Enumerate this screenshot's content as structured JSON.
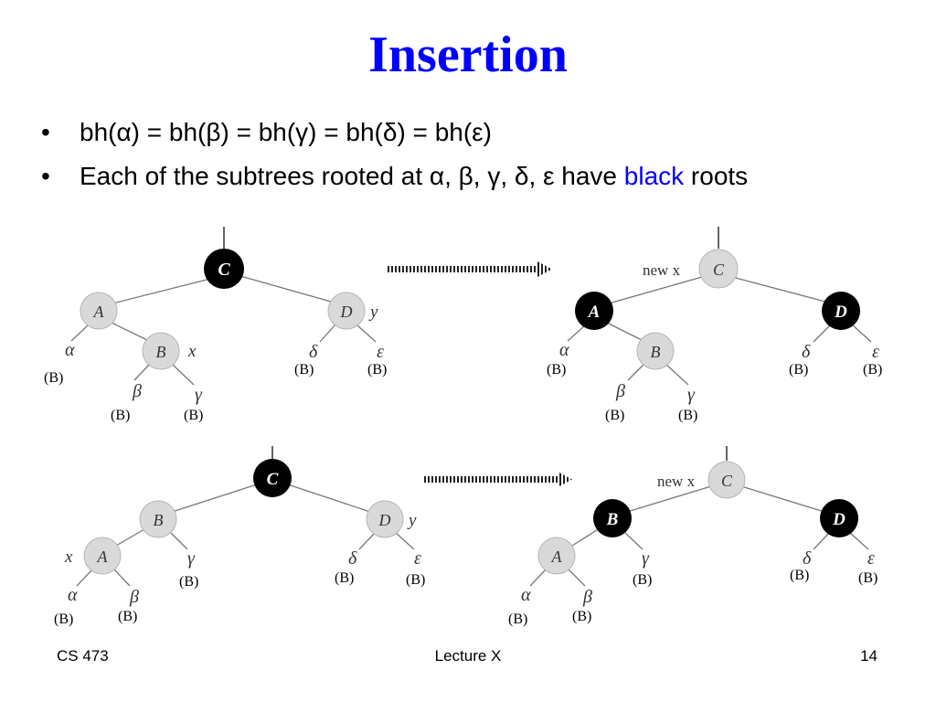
{
  "slide": {
    "title": "Insertion",
    "bullets": [
      {
        "marker": "•",
        "text": "bh(α) = bh(β) = bh(γ) = bh(δ) = bh(ε)"
      },
      {
        "marker": "•",
        "pre": "Each of the subtrees rooted at α, β, γ, δ, ε have ",
        "highlight": "black",
        "post": " roots"
      }
    ]
  },
  "colors": {
    "title": "#0000ff",
    "highlight": "#0000ff",
    "red_node": "#d9d9d9",
    "black_node": "#000000",
    "edge": "#7a7a7a"
  },
  "diagram": {
    "node_labels": {
      "A": "A",
      "B": "B",
      "C": "C",
      "D": "D"
    },
    "greek": {
      "alpha": "α",
      "beta": "β",
      "gamma": "γ",
      "delta": "δ",
      "epsilon": "ε"
    },
    "subtree_label": "(B)",
    "x_label": "x",
    "y_label": "y",
    "new_x_label": "new x",
    "cases": [
      {
        "name": "case-1-before",
        "C": "black",
        "A": "red",
        "B": "red",
        "D": "red"
      },
      {
        "name": "case-1-after",
        "C": "red",
        "A": "black",
        "B": "red",
        "D": "black"
      },
      {
        "name": "case-2-before",
        "C": "black",
        "B": "red",
        "A": "red",
        "D": "red"
      },
      {
        "name": "case-2-after",
        "C": "red",
        "B": "black",
        "A": "red",
        "D": "black"
      }
    ]
  },
  "footer": {
    "left": "CS 473",
    "center": "Lecture X",
    "right": "14"
  }
}
